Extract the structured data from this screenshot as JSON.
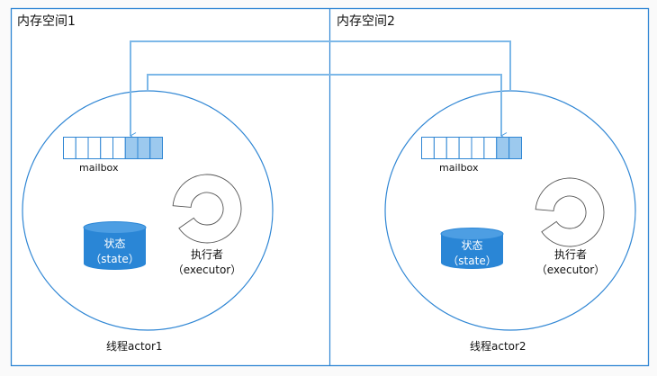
{
  "colors": {
    "border": "#2f86d4",
    "connector": "#7db8e8",
    "mailbox_fill": "#9cc9ee",
    "cylinder": "#2a86d6",
    "cylinder_top": "#4d9ee3",
    "ring": "#555555"
  },
  "spaces": [
    {
      "title": "内存空间1",
      "actor_label": "线程actor1",
      "mailbox": {
        "label": "mailbox",
        "slots": 8,
        "filled": 3
      },
      "state": {
        "label": "状态",
        "sublabel": "（state）"
      },
      "executor": {
        "label": "执行者",
        "sublabel": "（executor）"
      }
    },
    {
      "title": "内存空间2",
      "actor_label": "线程actor2",
      "mailbox": {
        "label": "mailbox",
        "slots": 8,
        "filled": 2
      },
      "state": {
        "label": "状态",
        "sublabel": "（state）"
      },
      "executor": {
        "label": "执行者",
        "sublabel": "（executor）"
      }
    }
  ],
  "connections": [
    {
      "from": "actor2",
      "to": "actor1-mailbox"
    },
    {
      "from": "actor1",
      "to": "actor2-mailbox"
    }
  ]
}
